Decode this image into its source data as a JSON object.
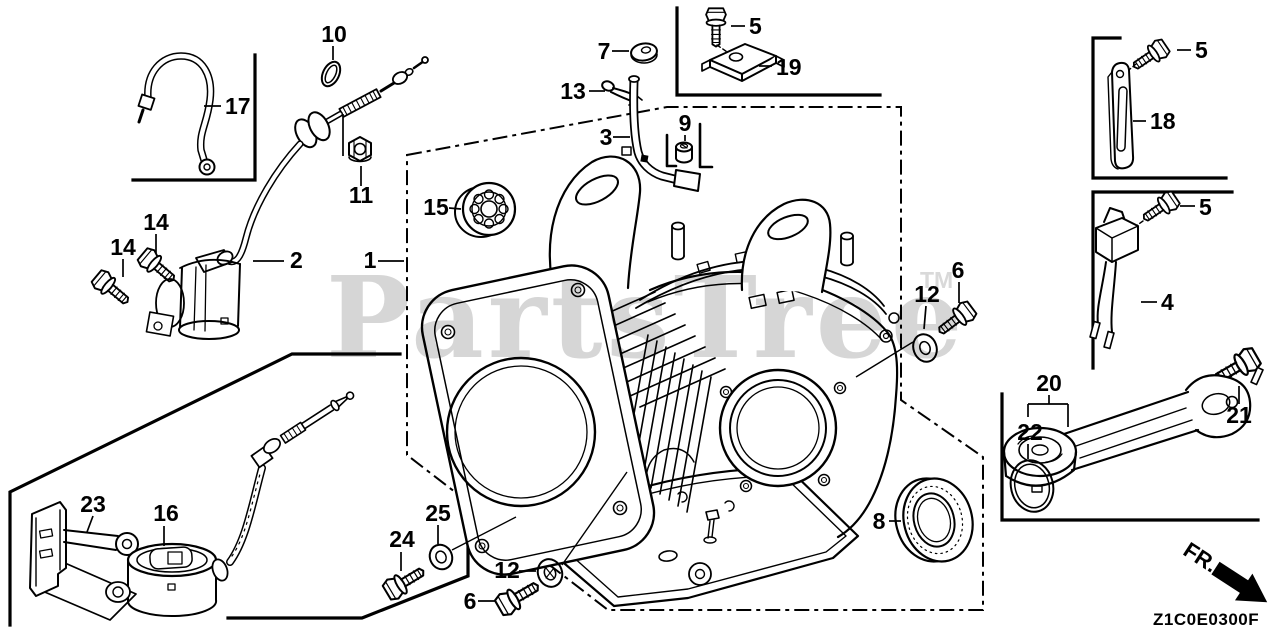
{
  "diagram": {
    "code": "Z1C0E0300F",
    "direction_label": "FR.",
    "watermark_text": "PartsTree",
    "watermark_tm": "TM",
    "line_color": "#000000",
    "watermark_color": "#d6d6d6",
    "background_color": "#ffffff"
  },
  "callouts": {
    "part1": {
      "label": "1"
    },
    "part2": {
      "label": "2"
    },
    "part3": {
      "label": "3"
    },
    "part4": {
      "label": "4"
    },
    "part5_top": {
      "label": "5"
    },
    "part5_right_top": {
      "label": "5"
    },
    "part5_right_mid": {
      "label": "5"
    },
    "part6_right": {
      "label": "6"
    },
    "part6_bottom": {
      "label": "6"
    },
    "part7": {
      "label": "7"
    },
    "part8": {
      "label": "8"
    },
    "part9": {
      "label": "9"
    },
    "part10": {
      "label": "10"
    },
    "part11": {
      "label": "11"
    },
    "part12_right": {
      "label": "12"
    },
    "part12_bottom": {
      "label": "12"
    },
    "part13": {
      "label": "13"
    },
    "part14_upper": {
      "label": "14"
    },
    "part14_lower": {
      "label": "14"
    },
    "part15": {
      "label": "15"
    },
    "part16": {
      "label": "16"
    },
    "part17": {
      "label": "17"
    },
    "part18": {
      "label": "18"
    },
    "part19": {
      "label": "19"
    },
    "part20": {
      "label": "20"
    },
    "part21": {
      "label": "21"
    },
    "part22": {
      "label": "22"
    },
    "part23": {
      "label": "23"
    },
    "part24": {
      "label": "24"
    },
    "part25": {
      "label": "25"
    }
  }
}
